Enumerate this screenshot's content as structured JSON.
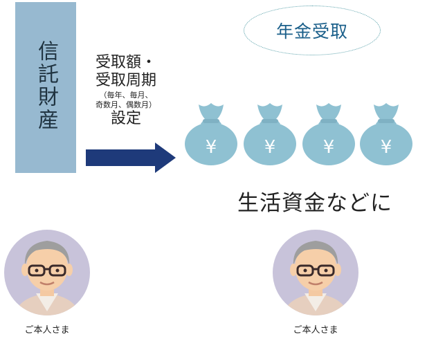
{
  "trust": {
    "label": "信託財産"
  },
  "setting": {
    "line1": "受取額・",
    "line2": "受取周期",
    "note1": "（毎年、毎月、",
    "note2": "奇数月、偶数月）",
    "line3": "設定"
  },
  "badge": {
    "label": "年金受取"
  },
  "bags": {
    "symbol": "¥",
    "count": 4,
    "color": "#8fc1d2"
  },
  "caption": "生活資金などに",
  "persons": [
    {
      "label": "ご本人さま"
    },
    {
      "label": "ご本人さま"
    }
  ],
  "colors": {
    "trust_box": "#97b9d0",
    "arrow": "#1e3a7a",
    "badge_text": "#1a5f8a",
    "avatar_bg": "#c8c3da"
  }
}
